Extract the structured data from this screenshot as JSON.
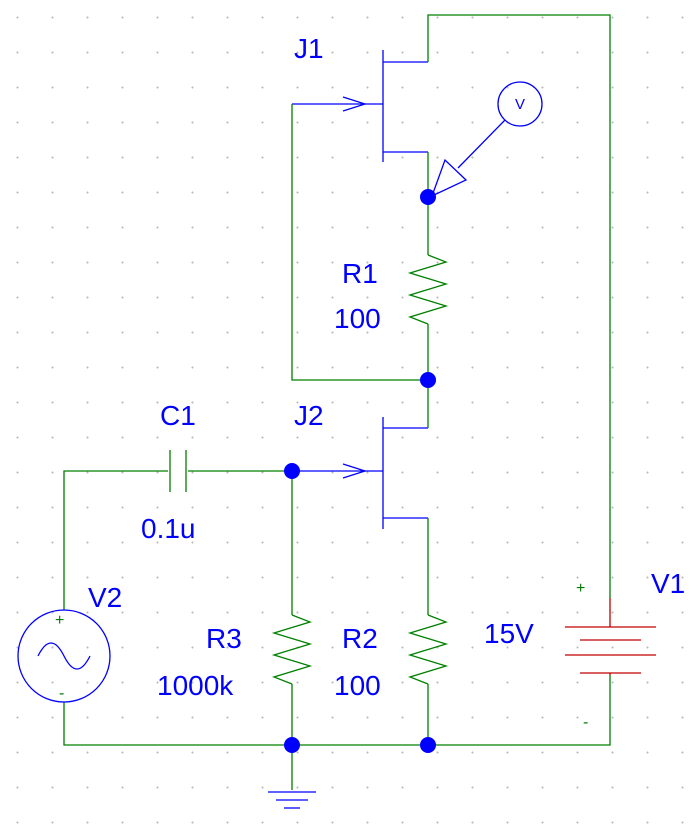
{
  "diagram": {
    "components": {
      "j1": {
        "name": "J1"
      },
      "j2": {
        "name": "J2"
      },
      "r1": {
        "name": "R1",
        "value": "100"
      },
      "r2": {
        "name": "R2",
        "value": "100"
      },
      "r3": {
        "name": "R3",
        "value": "1000k"
      },
      "c1": {
        "name": "C1",
        "value": "0.1u"
      },
      "v1": {
        "name": "V1",
        "value": "15V",
        "plus": "+",
        "minus": "-"
      },
      "v2": {
        "name": "V2",
        "plus": "+",
        "minus": "-"
      }
    },
    "probe": {
      "label": "V"
    },
    "colors": {
      "wire": "#008000",
      "component": "#0000ff",
      "battery": "#c00000",
      "label": "#0000ff",
      "grid_dot": "#b9b9b9"
    }
  }
}
